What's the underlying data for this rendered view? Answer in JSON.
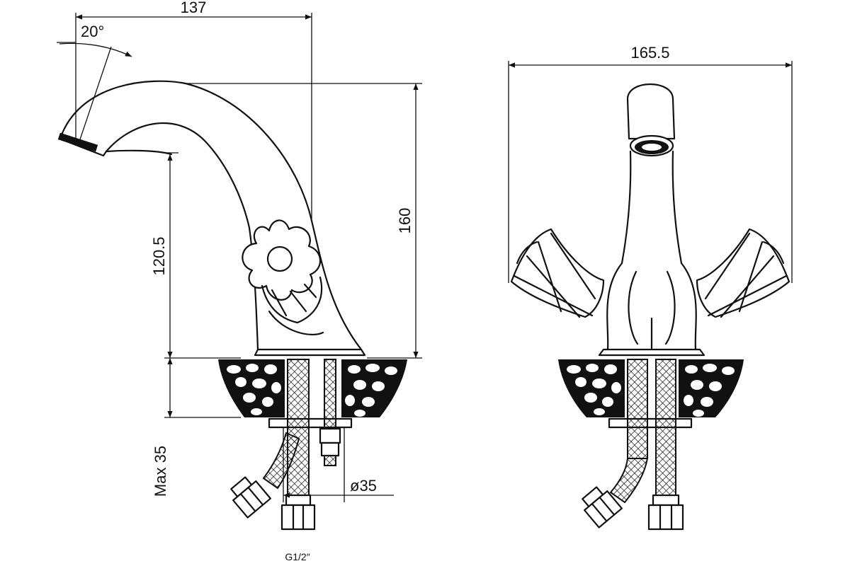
{
  "dimensions": {
    "overall_reach": "137",
    "spout_angle": "20°",
    "spout_height": "120.5",
    "total_height": "160",
    "max_mount": "Max 35",
    "hole_diameter": "ø35",
    "thread": "G1/2″",
    "overall_width": "165.5"
  }
}
